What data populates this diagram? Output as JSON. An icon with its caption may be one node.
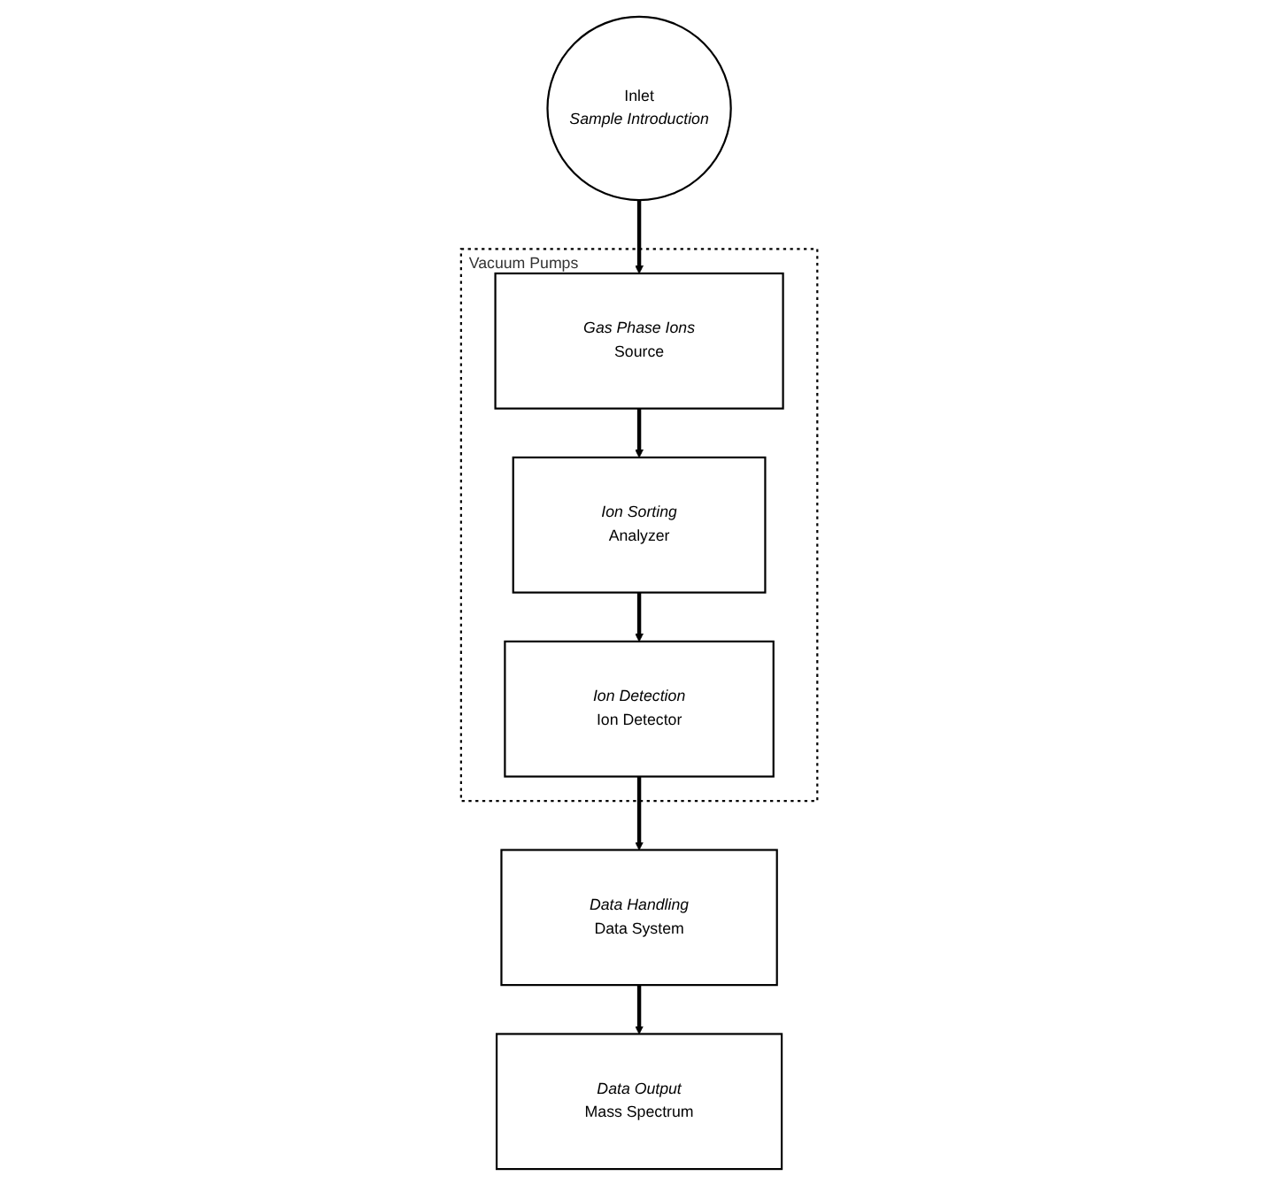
{
  "diagram": {
    "nodes": [
      {
        "text": [
          "Vacuum Pumps"
        ]
      },
      {
        "text": [
          "Gas Phase Ions",
          "Source"
        ],
        "in": 0
      },
      {
        "text": [
          "Ion Sorting",
          "Analyzer"
        ],
        "in": 0
      },
      {
        "text": [
          "Ion Detection",
          "Ion Detector"
        ],
        "in": 0
      },
      {
        "text": [
          "Inlet",
          "Sample Introduction"
        ]
      },
      {
        "text": [
          "Data Handling",
          "Data System"
        ]
      },
      {
        "text": [
          "Data Output",
          "Mass Spectrum"
        ]
      }
    ],
    "edges": [
      {
        "from": 4,
        "to": 1,
        "arrow": "to"
      },
      {
        "from": 1,
        "to": 2,
        "arrow": "to"
      },
      {
        "from": 2,
        "to": 3,
        "arrow": "to"
      },
      {
        "from": 3,
        "to": 5,
        "arrow": "to"
      },
      {
        "from": 5,
        "to": 6,
        "arrow": "to"
      }
    ]
  }
}
